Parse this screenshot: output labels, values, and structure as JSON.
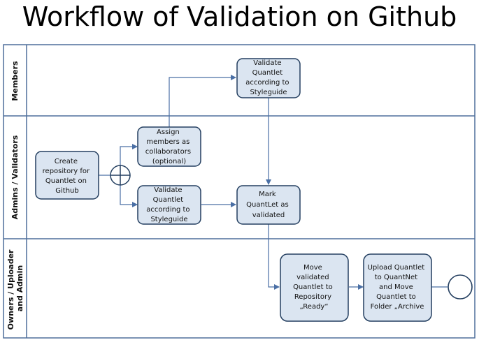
{
  "title": "Workflow of Validation on Github",
  "colors": {
    "box_fill": "#dbe5f1",
    "box_stroke": "#243f60",
    "lane_border": "#4f6f9b",
    "arrow": "#4a6fa5"
  },
  "lanes": [
    {
      "id": "members",
      "lines": [
        "Members"
      ]
    },
    {
      "id": "admins",
      "lines": [
        "Admins / Validators"
      ]
    },
    {
      "id": "owners",
      "lines": [
        "Owners / Uploader",
        "and Admin"
      ]
    }
  ],
  "nodes": [
    {
      "id": "create",
      "lines": [
        "Create",
        "repository for",
        "Quantlet on",
        "Github"
      ]
    },
    {
      "id": "assign",
      "lines": [
        "Assign",
        "members as",
        "collaborators",
        "(optional)"
      ]
    },
    {
      "id": "validate_admin",
      "lines": [
        "Validate",
        "Quantlet",
        "according to",
        "Styleguide"
      ]
    },
    {
      "id": "validate_member",
      "lines": [
        "Validate",
        "Quantlet",
        "according to",
        "Styleguide"
      ]
    },
    {
      "id": "mark",
      "lines": [
        "Mark",
        "QuantLet as",
        "validated"
      ]
    },
    {
      "id": "move",
      "lines": [
        "Move",
        "validated",
        "Quantlet to",
        "Repository",
        "„Ready“"
      ]
    },
    {
      "id": "upload",
      "lines": [
        "Upload Quantlet",
        "to QuantNet",
        "and Move",
        "Quantlet to",
        "Folder „Archive"
      ]
    }
  ],
  "gateway": {
    "type": "parallel"
  },
  "end_event": {
    "type": "end"
  }
}
